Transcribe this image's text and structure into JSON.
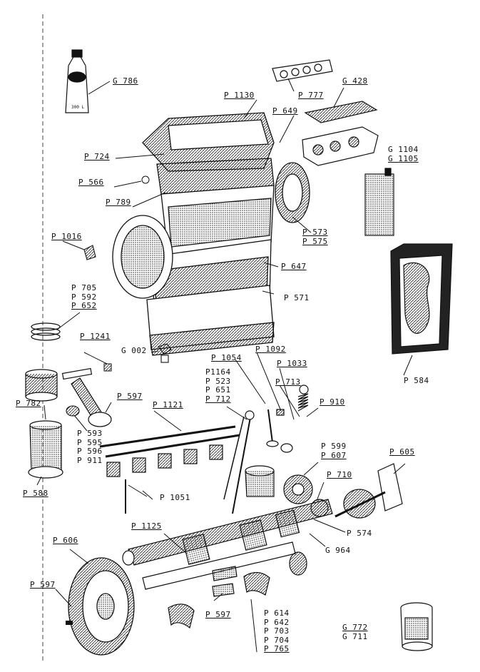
{
  "labels": {
    "g786": "G 786",
    "p777": "P 777",
    "g428": "G 428",
    "p1130": "P 1130",
    "p649": "P 649",
    "p724": "P 724",
    "g1104": "G 1104",
    "g1105": "G 1105",
    "p566": "P 566",
    "p789": "P 789",
    "p573": "P 573",
    "p575": "P 575",
    "p1016": "P 1016",
    "p647": "P 647",
    "p705": "P 705",
    "p592": "P 592",
    "p652": "P 652",
    "p571": "P 571",
    "p1241": "P 1241",
    "g002": "G 002",
    "p1054": "P 1054",
    "p1092": "P 1092",
    "p584": "P 584",
    "p1033": "P 1033",
    "p1164_group": [
      "P1164",
      "P 523",
      "P 651",
      "P 712"
    ],
    "p713": "P 713",
    "p597_a": "P 597",
    "p910": "P 910",
    "p782": "P 782",
    "p1121": "P 1121",
    "p593_group": [
      "P 593",
      "P 595",
      "P 596",
      "P 911"
    ],
    "p599": "P 599",
    "p607": "P 607",
    "p605": "P 605",
    "p710": "P 710",
    "p588": "P 588",
    "p1051": "P 1051",
    "p1125": "P 1125",
    "p574": "P 574",
    "g964": "G 964",
    "p606": "P 606",
    "p597_b": "P 597",
    "p597_c": "P 597",
    "p614_group": [
      "P 614",
      "P 642",
      "P 703",
      "P 704",
      "P 765"
    ],
    "g772": "G 772",
    "g711": "G 711"
  },
  "bottle_text": "300 L"
}
